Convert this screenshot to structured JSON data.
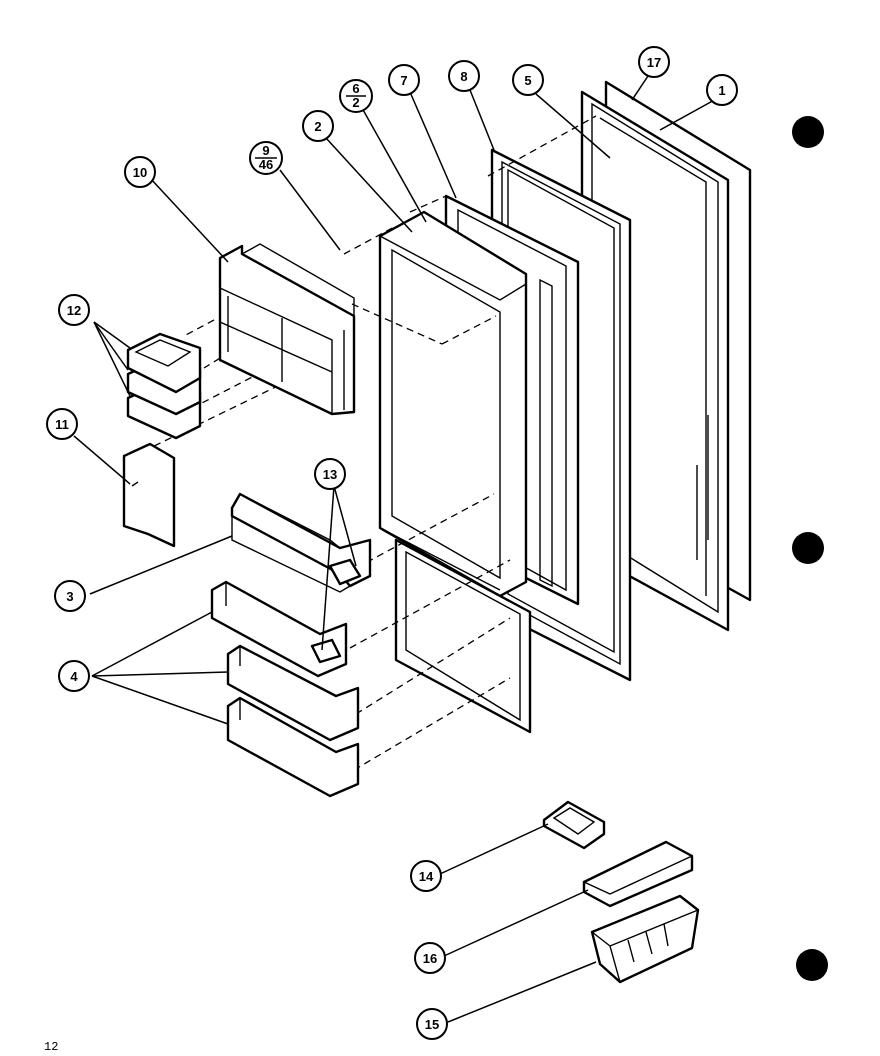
{
  "callouts": {
    "c1": "1",
    "c2": "2",
    "c3": "3",
    "c4": "4",
    "c5": "5",
    "c7": "7",
    "c8": "8",
    "c10": "10",
    "c11": "11",
    "c12": "12",
    "c13": "13",
    "c14": "14",
    "c15": "15",
    "c16": "16",
    "c17": "17",
    "c6_2": {
      "top": "6",
      "bottom": "2"
    },
    "c9_46": {
      "top": "9",
      "bottom": "46"
    }
  },
  "page_number": "12"
}
